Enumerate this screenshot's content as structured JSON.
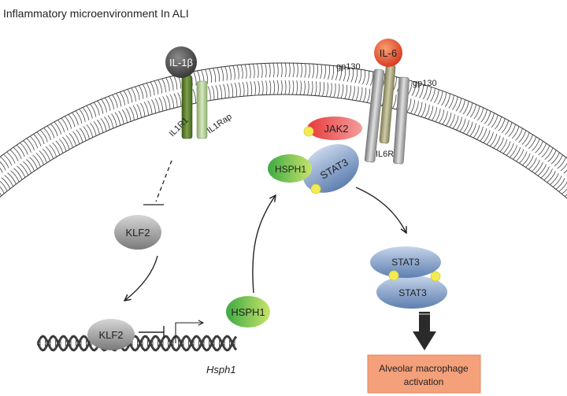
{
  "title": "Inflammatory microenvironment In ALI",
  "labels": {
    "il1b": "IL-1β",
    "il1r1": "IL1R1",
    "il1rap": "IL1Rap",
    "il6": "IL-6",
    "gp130_left": "gp130",
    "gp130_right": "gp130",
    "il6r": "IL6R",
    "jak2": "JAK2",
    "stat3_complex": "STAT3",
    "hsph1_complex": "HSPH1",
    "hsph1_free": "HSPH1",
    "klf2_upper": "KLF2",
    "klf2_dna": "KLF2",
    "gene": "Hsph1",
    "stat3_dimer_top": "STAT3",
    "stat3_dimer_bottom": "STAT3",
    "output_line1": "Alveolar macrophage",
    "output_line2": "activation"
  },
  "colors": {
    "il1b": "#555555",
    "il1r1": "#5d7f2a",
    "il1rap": "#a8c38a",
    "il6": "#e8432a",
    "gp130": "#9e9e9e",
    "il6r": "#9c9a70",
    "jak2": "#e85050",
    "stat3": "#6d8fbf",
    "hsph1": "#55b84a",
    "klf2": "#8c8c8c",
    "phosphate": "#f2ec52",
    "output_box": "#f4a07a"
  }
}
